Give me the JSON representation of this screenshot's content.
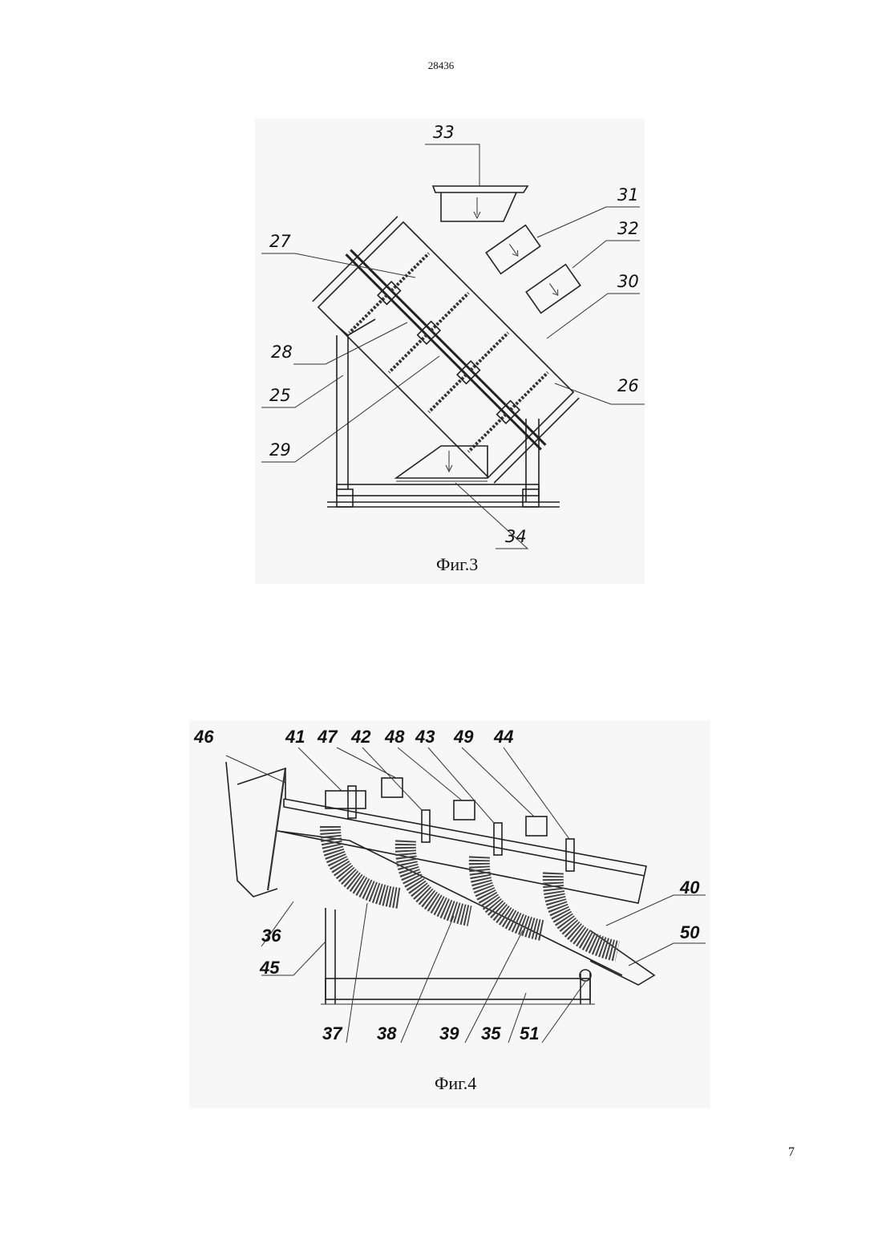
{
  "document": {
    "doc_number": "28436",
    "page_number": "7"
  },
  "figure3": {
    "caption": "Фиг.3",
    "labels": [
      "33",
      "31",
      "32",
      "30",
      "27",
      "28",
      "25",
      "29",
      "26",
      "34"
    ]
  },
  "figure4": {
    "caption": "Фиг.4",
    "top_labels": [
      "46",
      "41",
      "47",
      "42",
      "48",
      "43",
      "49",
      "44"
    ],
    "side_labels": [
      "36",
      "45",
      "40",
      "50"
    ],
    "bottom_labels": [
      "37",
      "38",
      "39",
      "35",
      "51"
    ]
  }
}
